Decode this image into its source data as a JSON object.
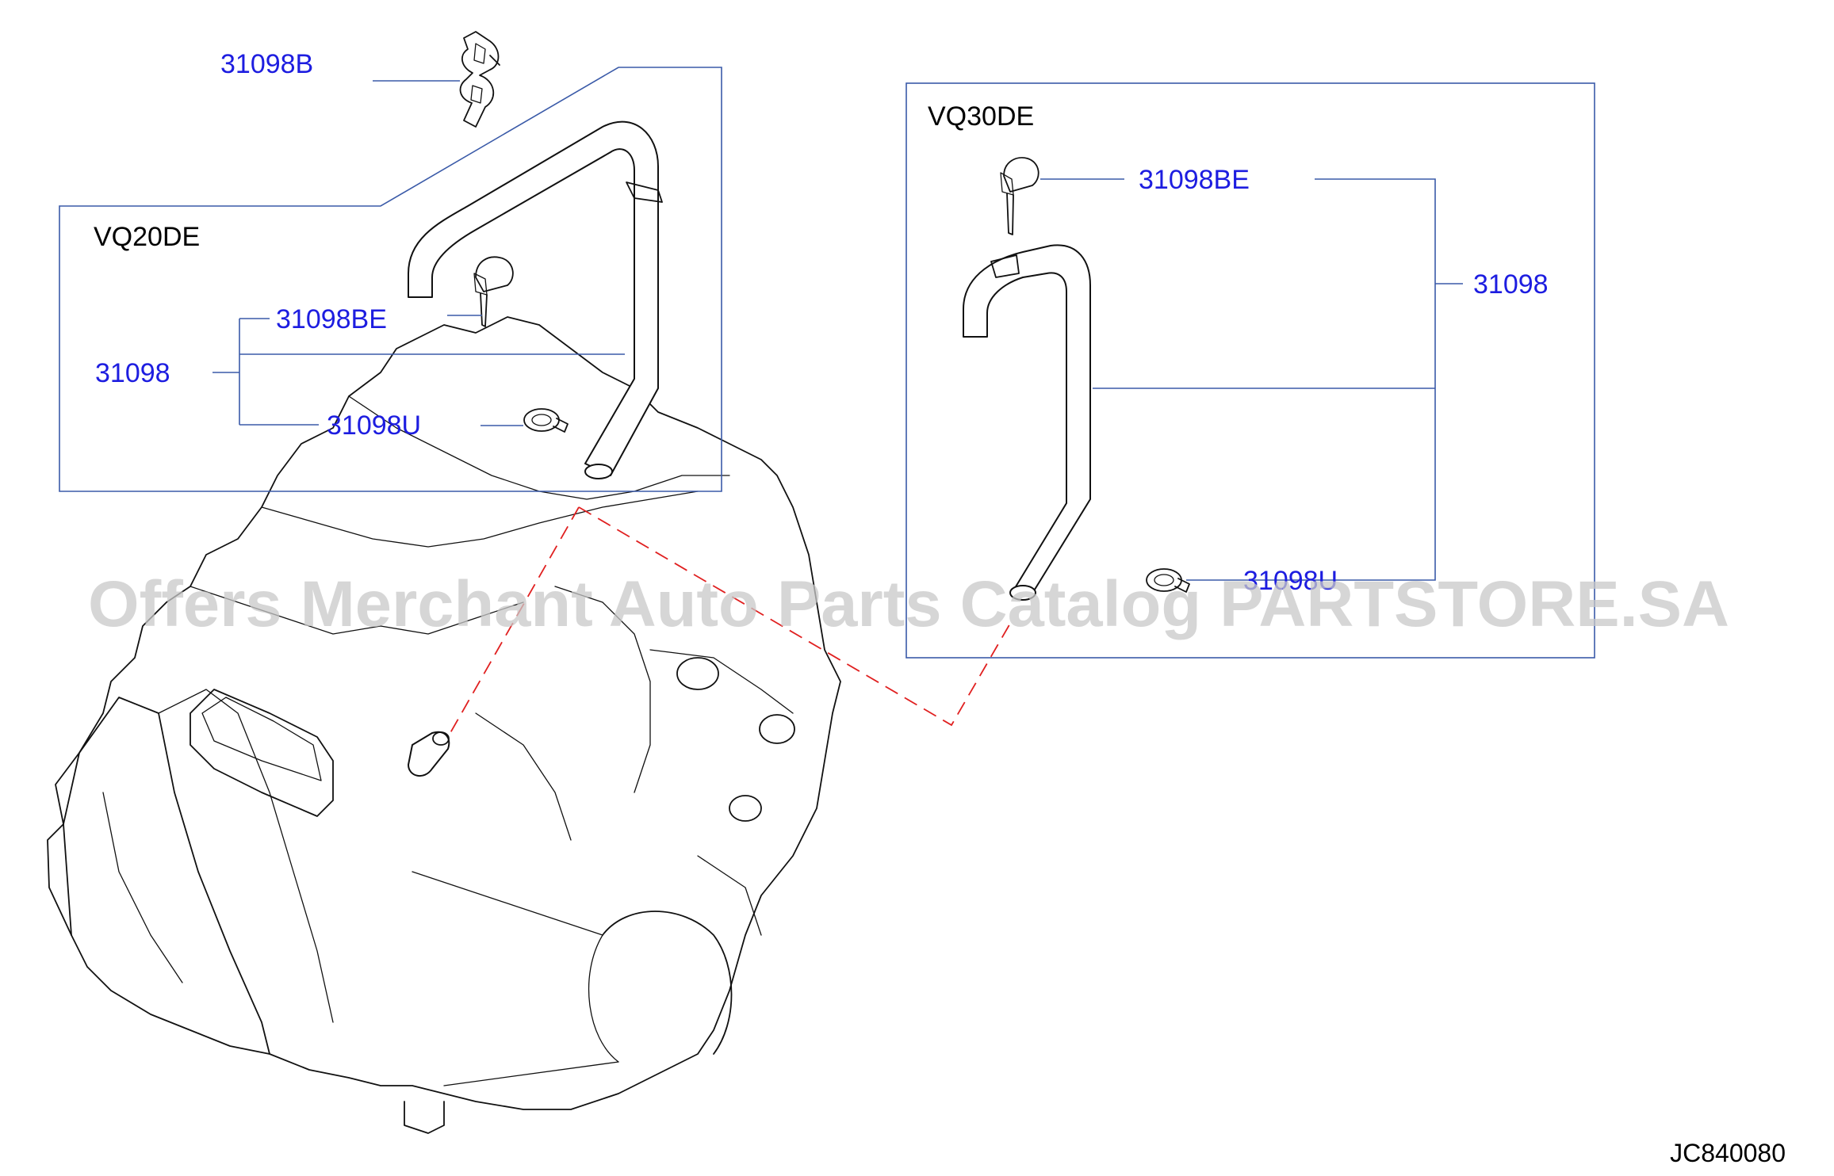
{
  "diagram": {
    "watermark": "Offers Merchant Auto Parts Catalog PARTSTORE.SA",
    "diagram_code": "JC840080",
    "colors": {
      "part_label": "#1d1de0",
      "box_outline": "#3a5aa8",
      "connector_dash": "#e02020",
      "line_art": "#111111"
    },
    "top_clip": {
      "part_no": "31098B"
    },
    "vq20de": {
      "engine": "VQ20DE",
      "clamp_label": "31098BE",
      "hose_label": "31098",
      "band_label": "31098U"
    },
    "vq30de": {
      "engine": "VQ30DE",
      "clamp_label": "31098BE",
      "hose_label": "31098",
      "band_label": "31098U"
    }
  }
}
